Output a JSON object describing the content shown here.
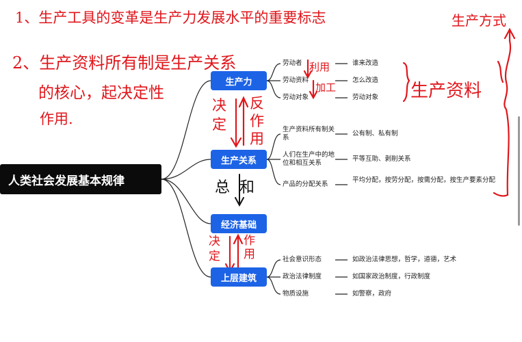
{
  "root": {
    "label": "人类社会发展基本规律"
  },
  "nodes": {
    "productive_forces": "生产力",
    "relations_of_production": "生产关系",
    "economic_base": "经济基础",
    "superstructure": "上层建筑"
  },
  "productive_forces_items": [
    {
      "label": "劳动者",
      "value": "谁来改造"
    },
    {
      "label": "劳动资料",
      "value": "怎么改造"
    },
    {
      "label": "劳动对象",
      "value": "劳动对象"
    }
  ],
  "relations_items": [
    {
      "label": "生产资料所有制关系",
      "value": "公有制、私有制"
    },
    {
      "label": "人们在生产中的地位和相互关系",
      "value": "平等互助、剥削关系"
    },
    {
      "label": "产品的分配关系",
      "value": "平均分配，按劳分配，按需分配，按生产要素分配"
    }
  ],
  "superstructure_items": [
    {
      "label": "社会意识形态",
      "value": "如政治法律思想，哲学，道德，艺术"
    },
    {
      "label": "政治法律制度",
      "value": "如国家政治制度，行政制度"
    },
    {
      "label": "物质设施",
      "value": "如警察，政府"
    }
  ],
  "handwriting": {
    "note1": "1、生产工具的变革是生产力发展水平的重要标志",
    "note2_line1": "2、生产资料所有制是生产关系",
    "note2_line2": "的核心，起决定性",
    "note2_line3": "作用.",
    "top_right": "生产方式",
    "side_label": "生产资料",
    "use": "利用",
    "process": "加工",
    "decide1": "决定",
    "react1": "反作用",
    "total_and": "总和",
    "decide2": "决定",
    "react2": "作用"
  },
  "colors": {
    "node_blue": "#1d63e6",
    "root_black": "#0b0b0b",
    "ink_red": "#e0161b",
    "ink_black": "#111111"
  }
}
